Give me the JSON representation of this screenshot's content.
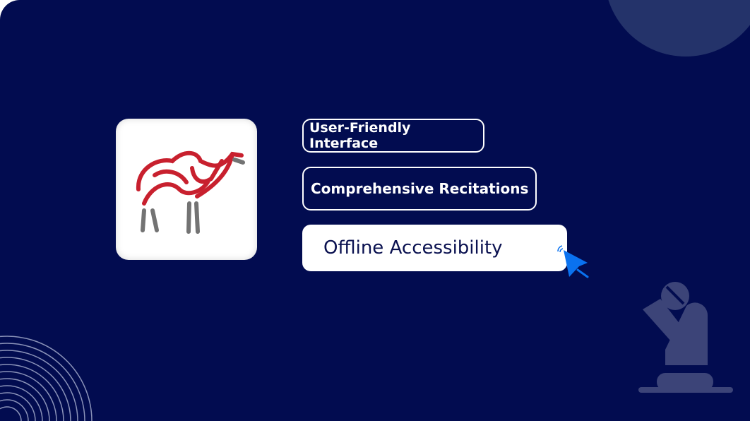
{
  "features": [
    {
      "label": "User-Friendly Interface"
    },
    {
      "label": "Comprehensive Recitations"
    },
    {
      "label": "Offline Accessibility"
    }
  ],
  "colors": {
    "background": "#020c50",
    "accent": "#0a72f0",
    "logo_red": "#c8202e",
    "logo_gray": "#737373"
  }
}
